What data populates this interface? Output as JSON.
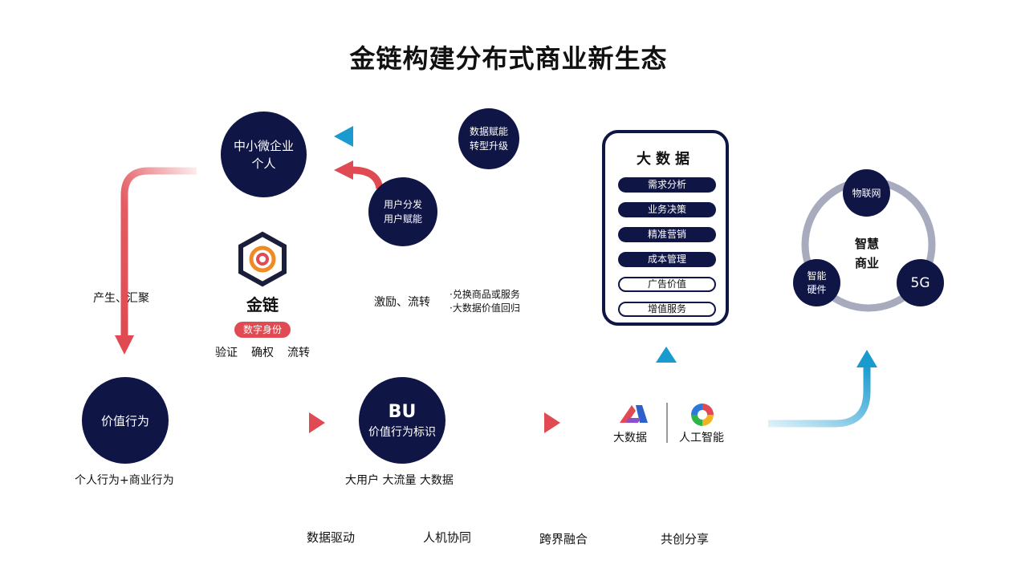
{
  "title": "金链构建分布式商业新生态",
  "nodes": {
    "sme": [
      "中小微企业",
      "个人"
    ],
    "enable": [
      "数据赋能",
      "转型升级"
    ],
    "distrib": [
      "用户分发",
      "用户赋能"
    ],
    "value": "价值行为",
    "bu": {
      "big": "BU",
      "small": "价值行为标识"
    },
    "iot": "物联网",
    "hw": [
      "智能",
      "硬件"
    ],
    "g5": "5G",
    "smart": [
      "智慧",
      "商业"
    ]
  },
  "labels": {
    "produce": "产生、汇聚",
    "incentive": "激励、流转",
    "redeem1": "·兑换商品或服务",
    "redeem2": "·大数据价值回归",
    "personal": "个人行为+商业行为",
    "big3": "大用户  大流量  大数据",
    "bigdata_logo": "大数据",
    "ai_logo": "人工智能"
  },
  "brand": {
    "name": "金链",
    "badge": "数字身份",
    "functions": [
      "验证",
      "确权",
      "流转"
    ]
  },
  "bigdata_panel": {
    "title": "大数据",
    "items_filled": [
      "需求分析",
      "业务决策",
      "精准营销",
      "成本管理"
    ],
    "items_outline": [
      "广告价值",
      "增值服务"
    ]
  },
  "footer": [
    "数据驱动",
    "人机协同",
    "跨界融合",
    "共创分享"
  ],
  "colors": {
    "navy": "#0f1545",
    "red": "#e04a52",
    "blue": "#1a9bd0",
    "gray": "#a7abbd"
  }
}
